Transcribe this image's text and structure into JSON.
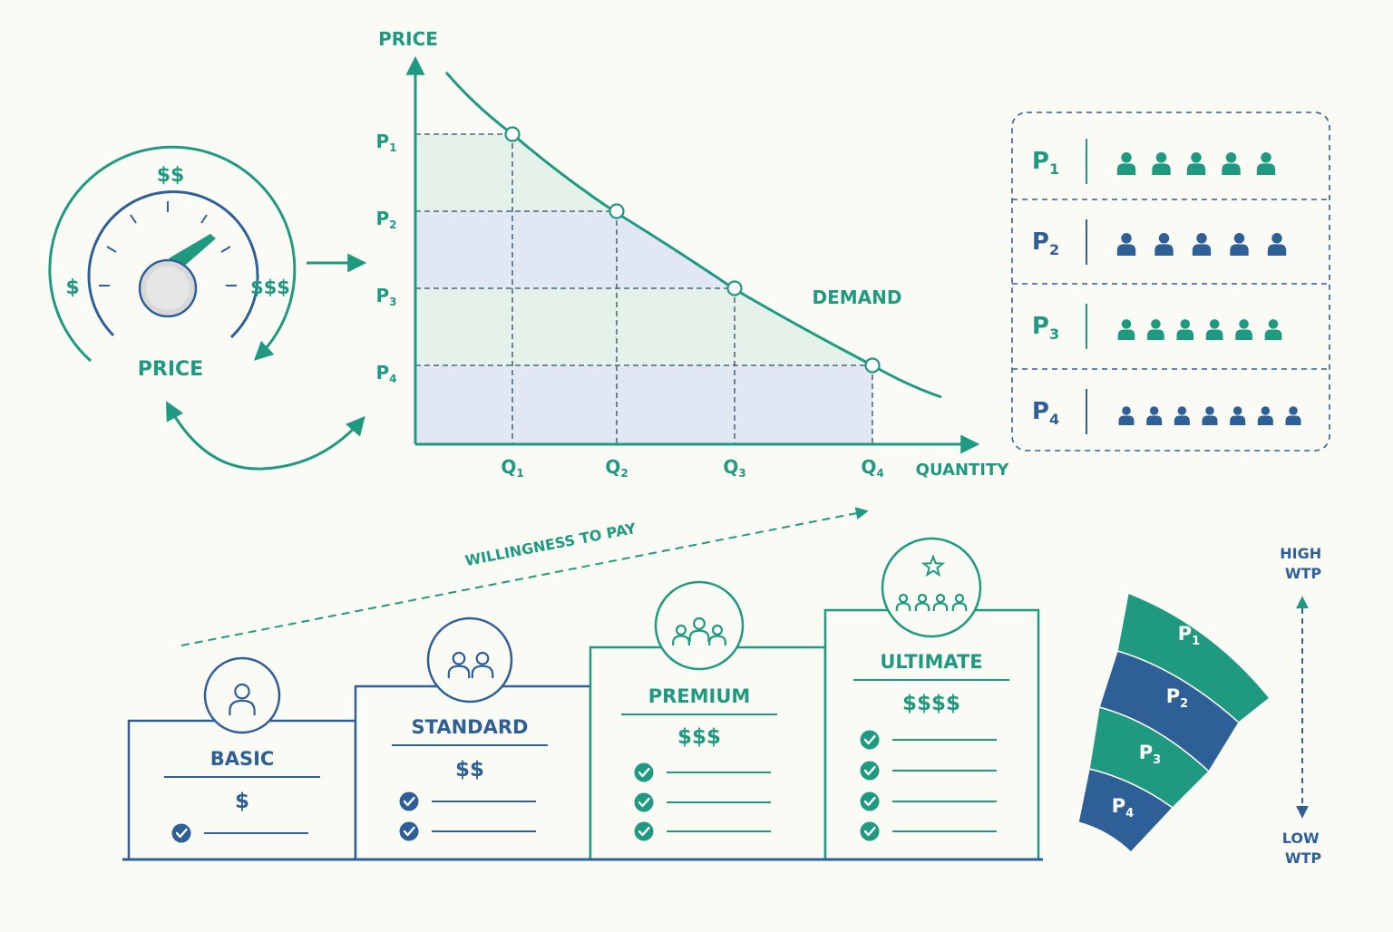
{
  "colors": {
    "teal": "#1f9a80",
    "blue": "#2e5f96",
    "background": "#fbfbf6",
    "dial_knob": "#d8d8d8",
    "teal_shade": "#e4f2ea",
    "blue_shade": "#e2e8f3"
  },
  "dial": {
    "label": "PRICE",
    "low_label": "$",
    "mid_label": "$$",
    "high_label": "$$$"
  },
  "chart_data": {
    "type": "line",
    "ylabel": "PRICE",
    "xlabel": "QUANTITY",
    "series_label": "DEMAND",
    "price_labels": [
      {
        "sym": "P",
        "sub": "1"
      },
      {
        "sym": "P",
        "sub": "2"
      },
      {
        "sym": "P",
        "sub": "3"
      },
      {
        "sym": "P",
        "sub": "4"
      }
    ],
    "quantity_labels": [
      {
        "sym": "Q",
        "sub": "1"
      },
      {
        "sym": "Q",
        "sub": "2"
      },
      {
        "sym": "Q",
        "sub": "3"
      },
      {
        "sym": "Q",
        "sub": "4"
      }
    ],
    "points": [
      {
        "q": 1,
        "p": 1
      },
      {
        "q": 2,
        "p": 2
      },
      {
        "q": 3,
        "p": 3
      },
      {
        "q": 4,
        "p": 4
      }
    ]
  },
  "segments": [
    {
      "sym": "P",
      "sub": "1",
      "people": 5,
      "color": "teal"
    },
    {
      "sym": "P",
      "sub": "2",
      "people": 5,
      "color": "blue"
    },
    {
      "sym": "P",
      "sub": "3",
      "people": 6,
      "color": "teal"
    },
    {
      "sym": "P",
      "sub": "4",
      "people": 7,
      "color": "blue"
    }
  ],
  "wtp_arrow_label": "WILLINGNESS TO PAY",
  "tiers": [
    {
      "name": "BASIC",
      "price": "$",
      "features": 1,
      "color": "blue",
      "icon": "single-person-icon"
    },
    {
      "name": "STANDARD",
      "price": "$$",
      "features": 2,
      "color": "blue",
      "icon": "two-people-icon"
    },
    {
      "name": "PREMIUM",
      "price": "$$$",
      "features": 3,
      "color": "teal",
      "icon": "three-people-icon"
    },
    {
      "name": "ULTIMATE",
      "price": "$$$$",
      "features": 4,
      "color": "teal",
      "icon": "group-star-icon"
    }
  ],
  "wtp_scale": {
    "high_line1": "HIGH",
    "high_line2": "WTP",
    "low_line1": "LOW",
    "low_line2": "WTP",
    "bands": [
      {
        "sym": "P",
        "sub": "1",
        "color": "teal"
      },
      {
        "sym": "P",
        "sub": "2",
        "color": "blue"
      },
      {
        "sym": "P",
        "sub": "3",
        "color": "teal"
      },
      {
        "sym": "P",
        "sub": "4",
        "color": "blue"
      }
    ]
  }
}
